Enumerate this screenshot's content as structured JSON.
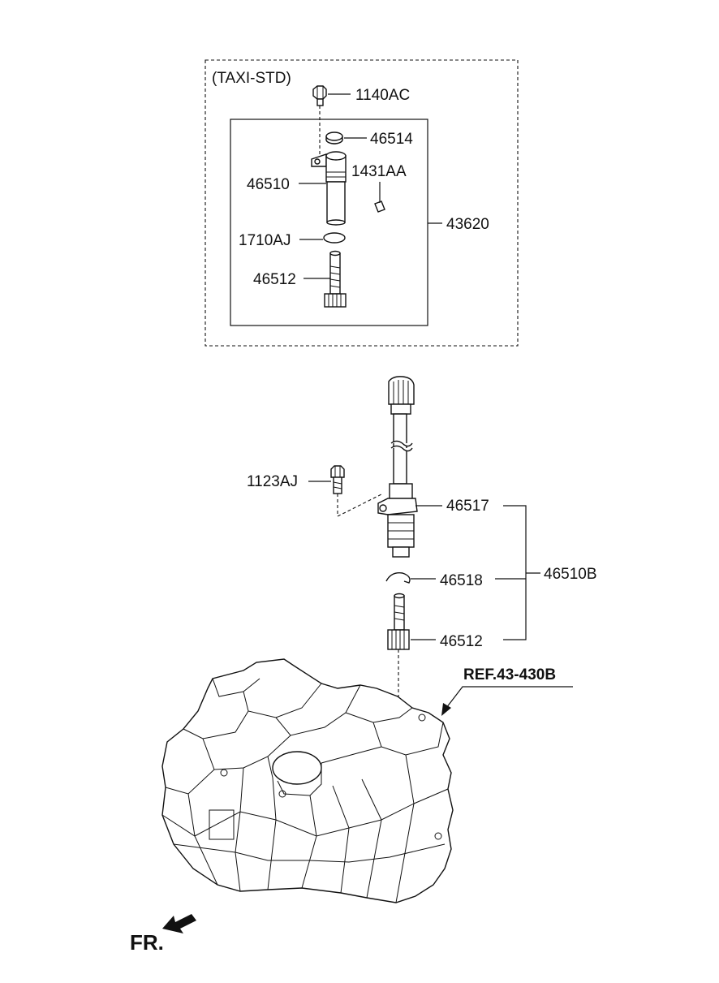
{
  "variant_box": {
    "label": "(TAXI-STD)"
  },
  "parts": {
    "p1140AC": "1140AC",
    "p46514": "46514",
    "p1431AA": "1431AA",
    "p46510": "46510",
    "p43620": "43620",
    "p1710AJ": "1710AJ",
    "p46512_top": "46512",
    "p1123AJ": "1123AJ",
    "p46517": "46517",
    "p46518": "46518",
    "p46510B": "46510B",
    "p46512_bottom": "46512"
  },
  "reference": {
    "label": "REF.43-430B"
  },
  "orientation": {
    "label": "FR."
  }
}
